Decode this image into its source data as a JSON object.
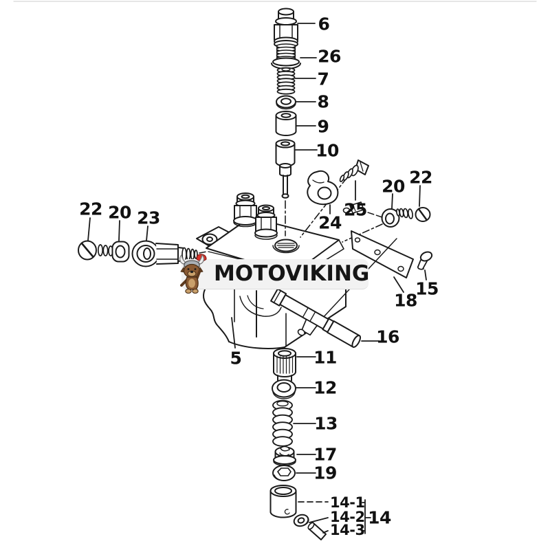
{
  "diagram": {
    "type": "exploded-parts-diagram",
    "watermark": {
      "text": "MOTOVIKING",
      "mascot": "viking-dog-mascot",
      "band_color": "#f2f2f2",
      "text_color": "#161616"
    },
    "colors": {
      "background": "#ffffff",
      "line": "#1a1a1a",
      "label_text": "#111111",
      "mascot_fur": "#8a5a33",
      "mascot_fur_dark": "#4a2f17",
      "mascot_muzzle": "#c9a06b",
      "mascot_axe": "#d8342c",
      "mascot_helmet": "#aab0b6"
    },
    "labels": {
      "part6": "6",
      "part26": "26",
      "part7": "7",
      "part8": "8",
      "part9": "9",
      "part10": "10",
      "part24": "24",
      "part25": "25",
      "part20_right": "20",
      "part22_right": "22",
      "part22_left": "22",
      "part20_left": "20",
      "part23": "23",
      "part15": "15",
      "part18": "18",
      "part5": "5",
      "part16": "16",
      "part11": "11",
      "part12": "12",
      "part13": "13",
      "part17": "17",
      "part19": "19",
      "part14_1": "14-1",
      "part14_2": "14-2",
      "part14_3": "14-3",
      "part14_group": "14"
    }
  }
}
